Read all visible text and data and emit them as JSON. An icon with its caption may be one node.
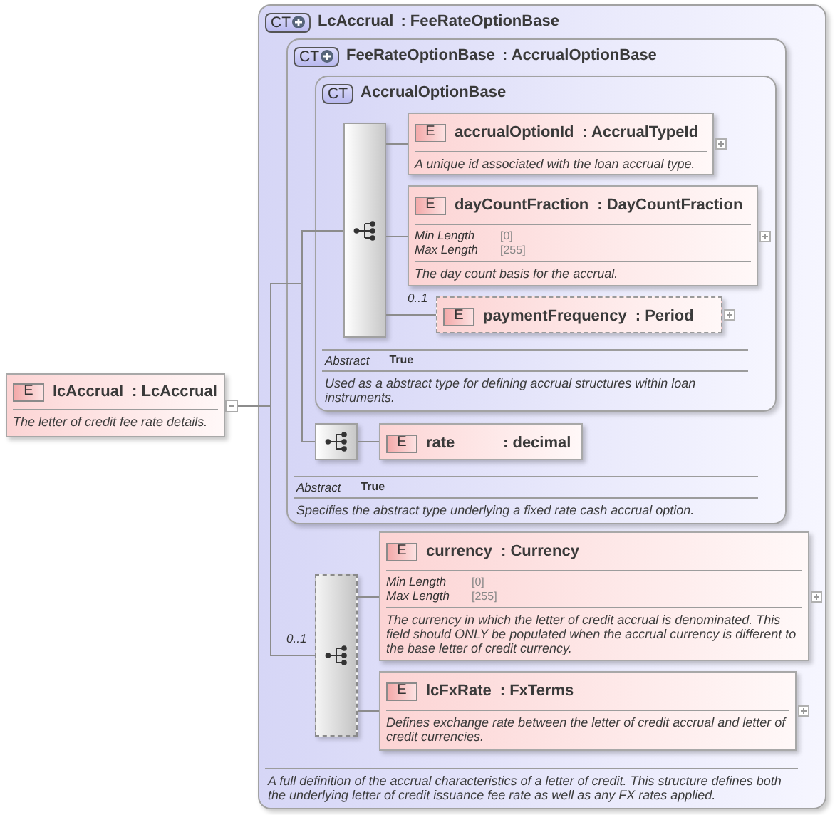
{
  "diagram": {
    "nodes": [
      {
        "text": [
          "E",
          "lcAccrual",
          ": LcAccrual",
          "The letter of credit fee rate details."
        ]
      },
      {
        "text": [
          "CT",
          "LcAccrual",
          ": FeeRateOptionBase",
          "A full definition of the accrual characteristics of a letter of credit. This structure defines both the underlying letter of credit issuance fee rate as well as any FX rates applied."
        ]
      },
      {
        "text": [
          "CT",
          "FeeRateOptionBase",
          ": AccrualOptionBase",
          "Abstract",
          "True",
          "Specifies the abstract type underlying a fixed rate cash accrual option."
        ],
        "in": 1
      },
      {
        "text": [
          "CT",
          "AccrualOptionBase",
          "Abstract",
          "True",
          "Used as a abstract type for defining accrual structures within loan instruments."
        ],
        "in": 2
      },
      {
        "text": [],
        "shape": "box",
        "in": 3
      },
      {
        "text": [
          "E",
          "accrualOptionId",
          ": AccrualTypeId",
          "A unique id associated with the loan accrual type."
        ],
        "in": 3
      },
      {
        "text": [
          "E",
          "dayCountFraction",
          ": DayCountFraction",
          "Min Length",
          "[0]",
          "Max Length",
          "[255]",
          "The day count basis for the accrual."
        ],
        "in": 3
      },
      {
        "text": [
          "E",
          "paymentFrequency",
          ": Period"
        ],
        "in": 3
      },
      {
        "text": [],
        "shape": "box",
        "in": 2
      },
      {
        "text": [
          "E",
          "rate",
          ": decimal"
        ],
        "in": 2
      },
      {
        "text": [],
        "shape": "box",
        "in": 1
      },
      {
        "text": [
          "E",
          "currency",
          ": Currency",
          "Min Length",
          "[0]",
          "Max Length",
          "[255]",
          "The currency in which the letter of credit accrual is denominated. This field should ONLY be populated when the accrual currency is different to the base letter of credit currency."
        ],
        "in": 1
      },
      {
        "text": [
          "E",
          "lcFxRate",
          ": FxTerms",
          "Defines exchange rate between the letter of credit accrual and letter of credit currencies."
        ],
        "in": 1
      }
    ],
    "edges": [
      {
        "from": 0,
        "to": 4,
        "arrow": "other"
      },
      {
        "from": 0,
        "to": 8,
        "arrow": "other"
      },
      {
        "from": 0,
        "to": 10,
        "arrow": "other",
        "label": "0..1"
      },
      {
        "from": 4,
        "to": 5,
        "arrow": "none"
      },
      {
        "from": 4,
        "to": 6,
        "arrow": "none"
      },
      {
        "from": 4,
        "to": 7,
        "arrow": "none",
        "label": "0..1"
      },
      {
        "from": 8,
        "to": 9,
        "arrow": "none"
      },
      {
        "from": 10,
        "to": 11,
        "arrow": "none"
      },
      {
        "from": 10,
        "to": 12,
        "arrow": "none"
      }
    ]
  }
}
